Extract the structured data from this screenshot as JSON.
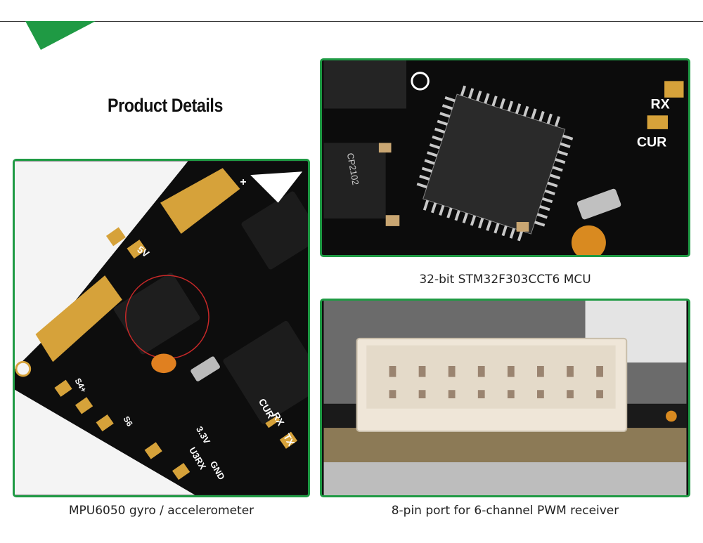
{
  "header": {
    "title": "Product Details"
  },
  "photos": [
    {
      "caption": "MPU6050 gyro / accelerometer"
    },
    {
      "caption": "32-bit STM32F303CCT6 MCU"
    },
    {
      "caption": "8-pin port for 6-channel PWM receiver"
    }
  ],
  "board_text": {
    "cur": "CUR",
    "rx": "RX",
    "tx": "TX",
    "gnd": "GND",
    "v33": "3.3V",
    "u3rx": "U3RX",
    "cp": "CP2102",
    "s4": "S4+",
    "s6": "S6",
    "v5": "5V",
    "plus": "+"
  },
  "colors": {
    "accent": "#1f9a44",
    "pcb": "#101010",
    "gold": "#d6a23a"
  }
}
